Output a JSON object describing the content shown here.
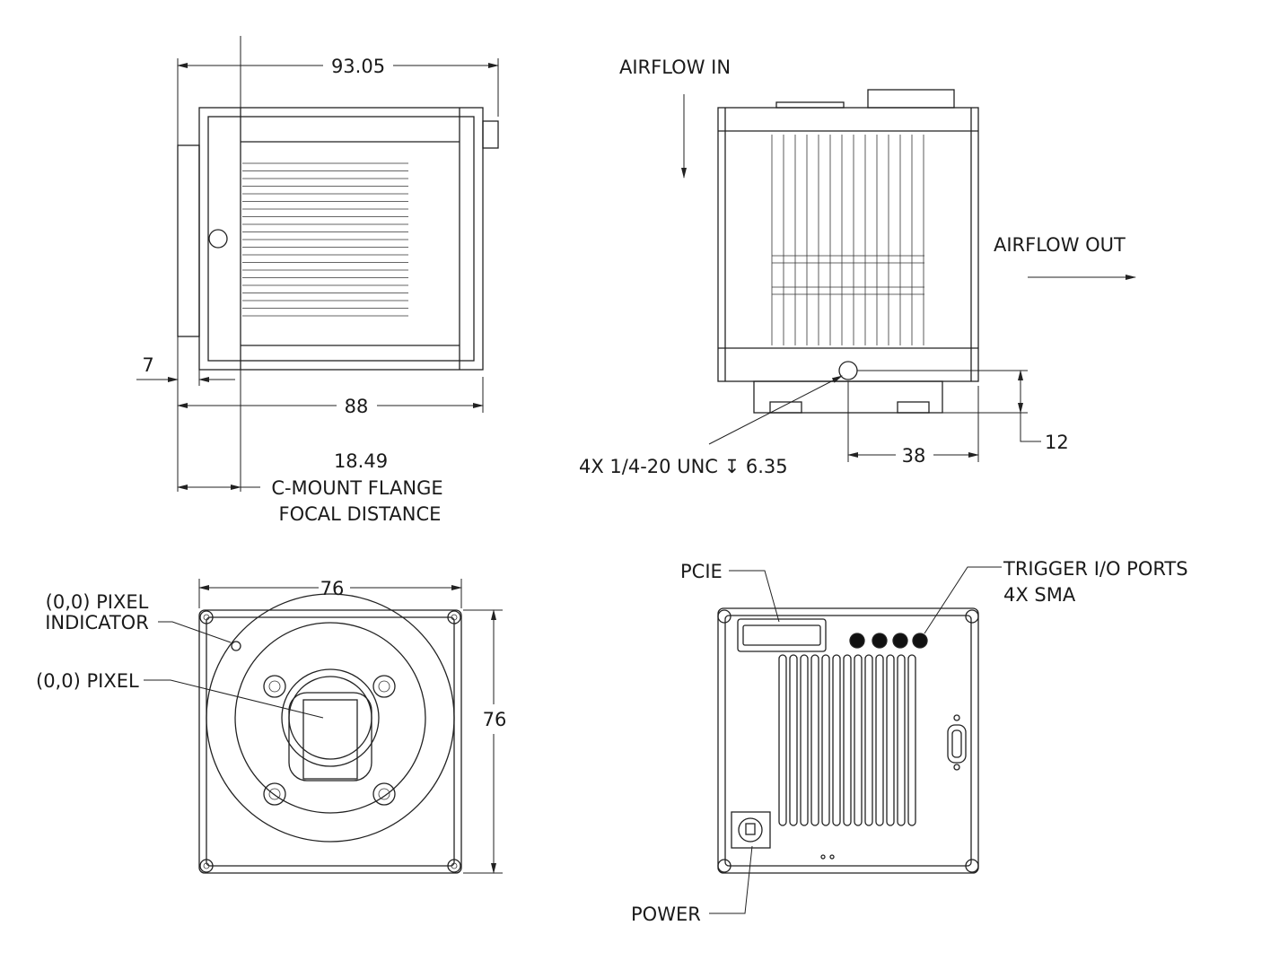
{
  "side_view": {
    "dim_overall_length": "93.05",
    "dim_body_length": "88",
    "dim_flange_offset": "7",
    "dim_focal": "18.49",
    "focal_label_line1": "C-MOUNT FLANGE",
    "focal_label_line2": "FOCAL DISTANCE"
  },
  "top_view": {
    "airflow_in": "AIRFLOW IN",
    "airflow_out": "AIRFLOW OUT",
    "mount_hole_callout": "4X 1/4-20 UNC ↧ 6.35",
    "dim_hole_x": "38",
    "dim_hole_y": "12"
  },
  "front_view": {
    "dim_width": "76",
    "dim_height": "76",
    "pixel_indicator_line1": "(0,0) PIXEL",
    "pixel_indicator_line2": "INDICATOR",
    "pixel_label": "(0,0) PIXEL"
  },
  "rear_view": {
    "pcie_label": "PCIE",
    "trigger_line1": "TRIGGER I/O PORTS",
    "trigger_line2": "4X SMA",
    "power_label": "POWER"
  }
}
